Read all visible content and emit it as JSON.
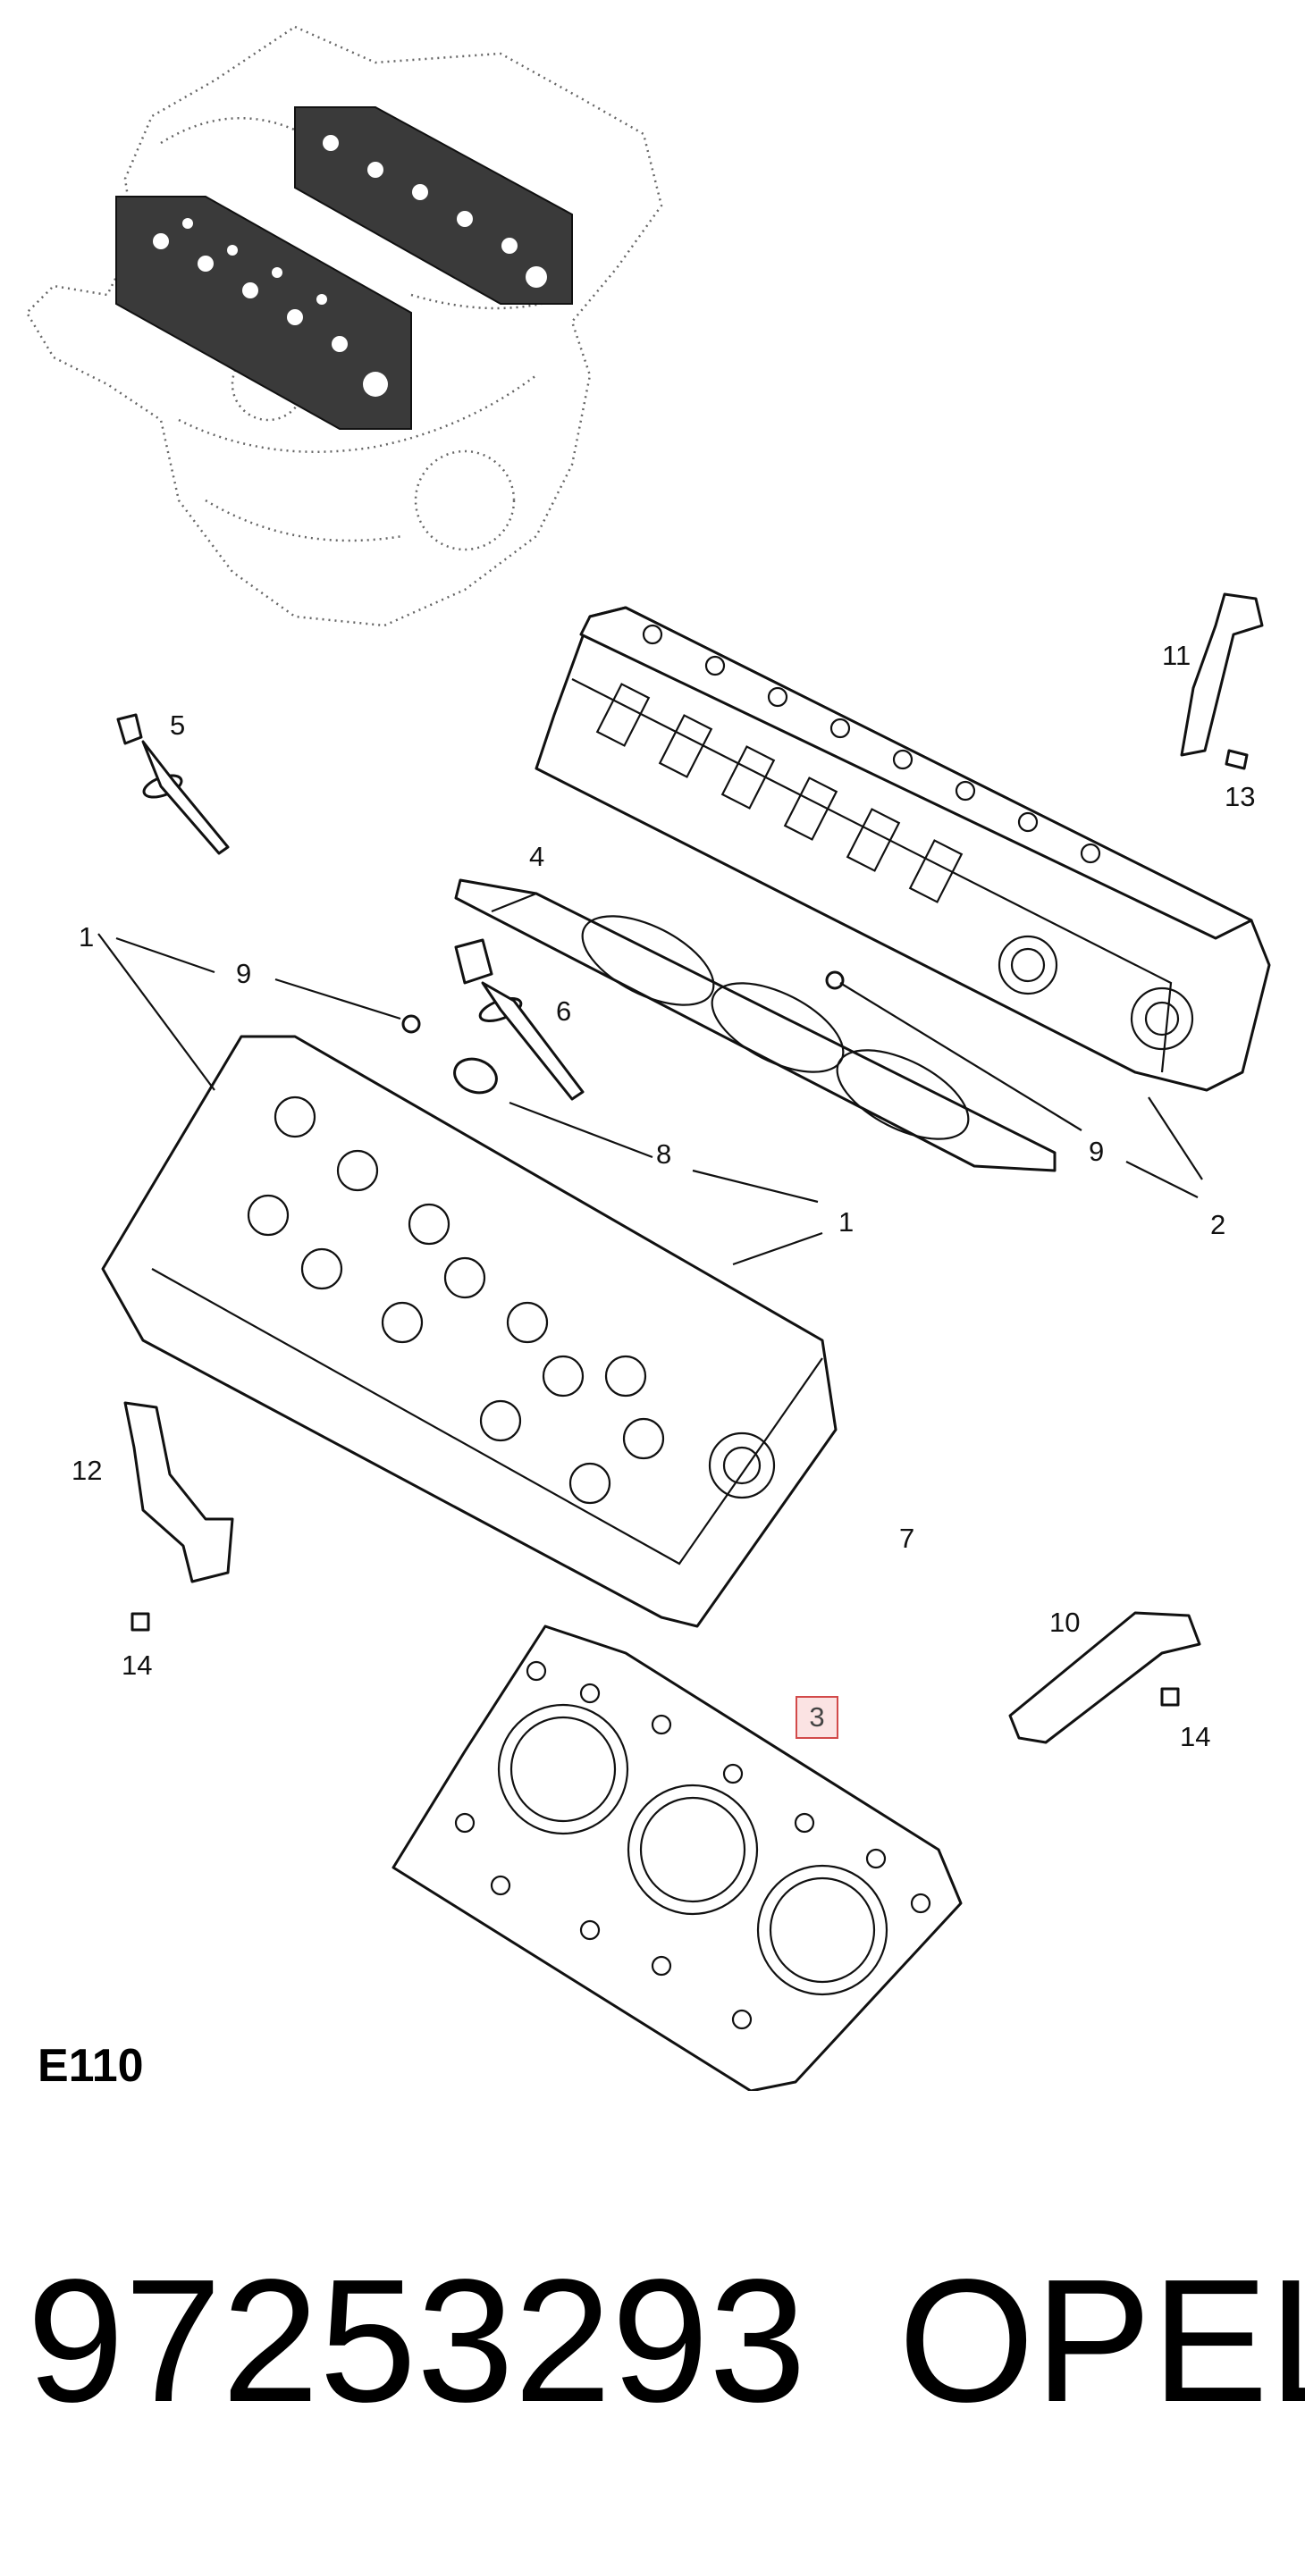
{
  "figure_code": "E110",
  "part_number": "97253293",
  "brand": "OPEL",
  "callouts": {
    "c1a": "1",
    "c1b": "1",
    "c2": "2",
    "c3": "3",
    "c4": "4",
    "c5": "5",
    "c6": "6",
    "c7": "7",
    "c8": "8",
    "c9a": "9",
    "c9b": "9",
    "c10": "10",
    "c11": "11",
    "c12": "12",
    "c13": "13",
    "c14a": "14",
    "c14b": "14"
  },
  "highlighted_callout": "3",
  "colors": {
    "highlight_border": "#d24a4a",
    "highlight_fill": "#fbe3e3",
    "line": "#111111"
  }
}
